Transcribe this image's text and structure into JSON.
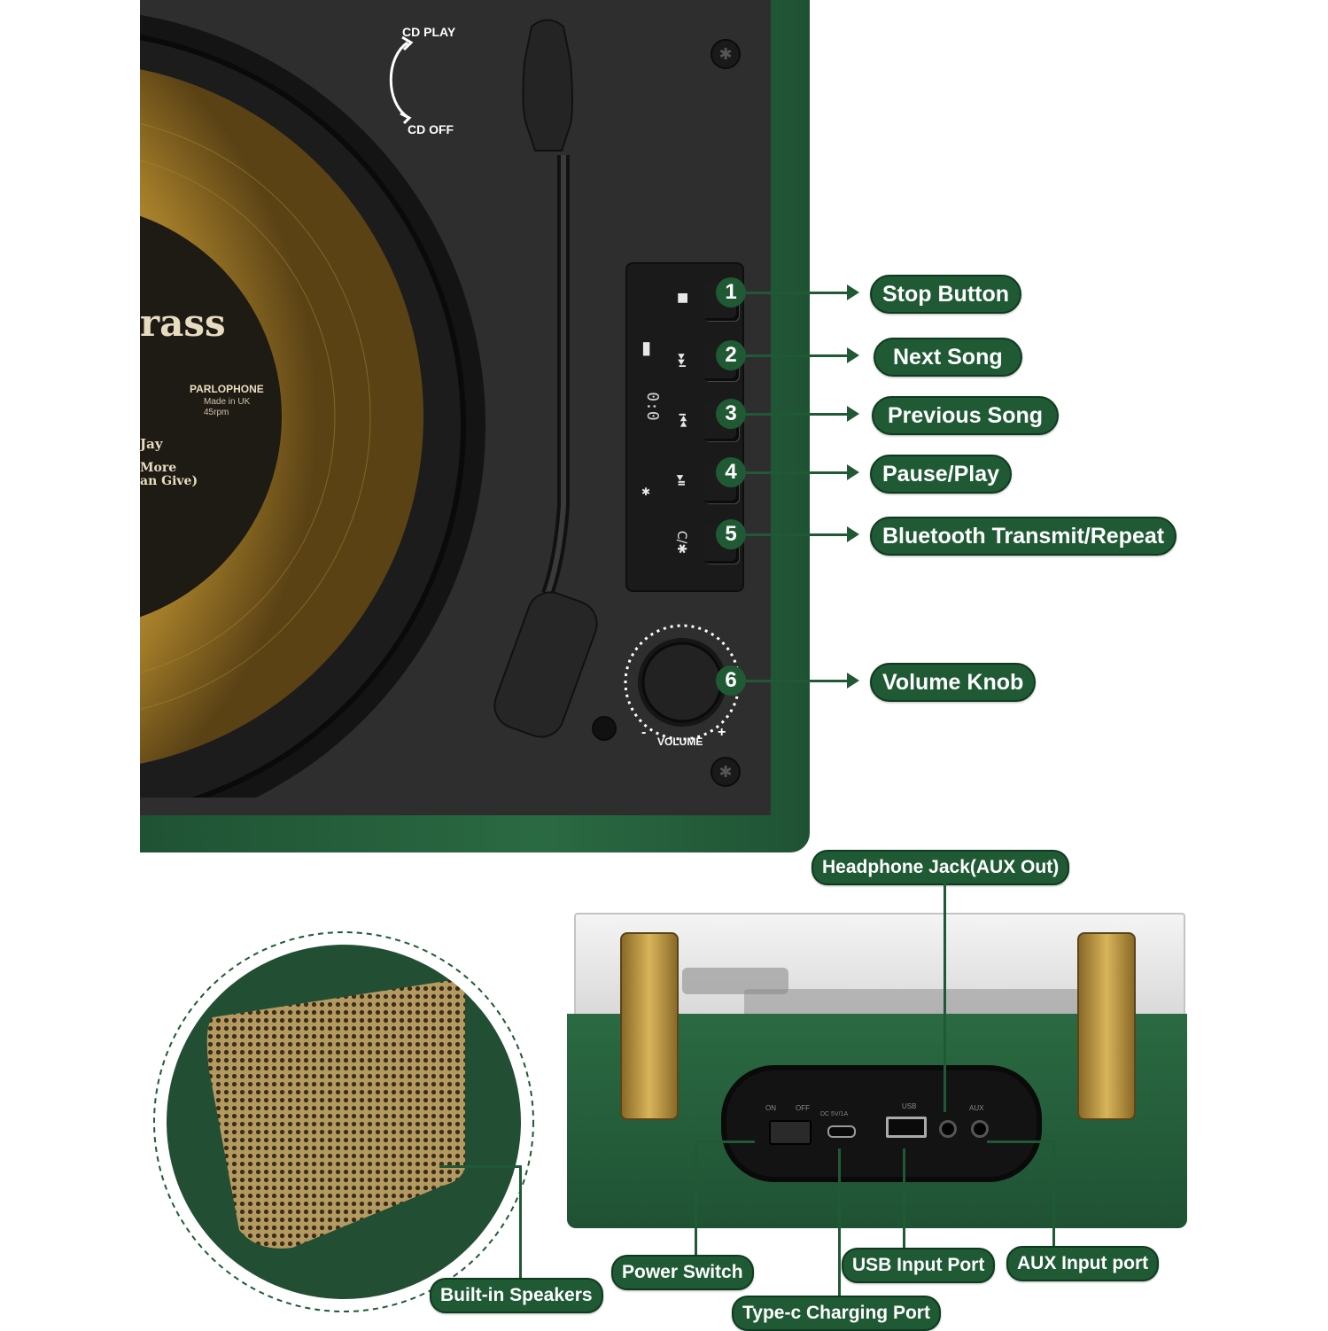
{
  "top_panel": {
    "cd_play_label": "CD PLAY",
    "cd_off_label": "CD OFF",
    "volume_label": "VOLUME",
    "volume_minus": "-",
    "volume_plus": "+",
    "record_label": {
      "title": "rass",
      "brand": "PARLOPHONE",
      "made_in": "Made in UK",
      "speed": "45rpm",
      "artist_fragment": "Jay",
      "song_line1": "More",
      "song_line2": "an Give)"
    }
  },
  "buttons": [
    {
      "number": "1",
      "label": "Stop Button",
      "icon": "stop-icon",
      "glyph": "■"
    },
    {
      "number": "2",
      "label": "Next Song",
      "icon": "next-icon",
      "glyph": "⏭"
    },
    {
      "number": "3",
      "label": "Previous Song",
      "icon": "previous-icon",
      "glyph": "⏮"
    },
    {
      "number": "4",
      "label": "Pause/Play",
      "icon": "play-pause-icon",
      "glyph": "⏯"
    },
    {
      "number": "5",
      "label": "Bluetooth Transmit/Repeat",
      "icon": "bluetooth-repeat-icon",
      "glyph": "C/✱"
    }
  ],
  "volume_knob": {
    "number": "6",
    "label": "Volume Knob"
  },
  "display_digits": "0:0",
  "bottom_callouts": {
    "headphone": "Headphone Jack(AUX Out)",
    "speakers": "Built-in Speakers",
    "power": "Power Switch",
    "typec": "Type-c Charging Port",
    "usb": "USB Input Port",
    "aux": "AUX Input port"
  },
  "port_panel": {
    "on": "ON",
    "off": "OFF",
    "dc": "DC 5V/1A",
    "usb": "USB",
    "aux": "AUX"
  },
  "colors": {
    "brand_green": "#1f5a34",
    "panel_black": "#2b2b2b",
    "case_green": "#245c3a",
    "gold": "#c8a035"
  }
}
